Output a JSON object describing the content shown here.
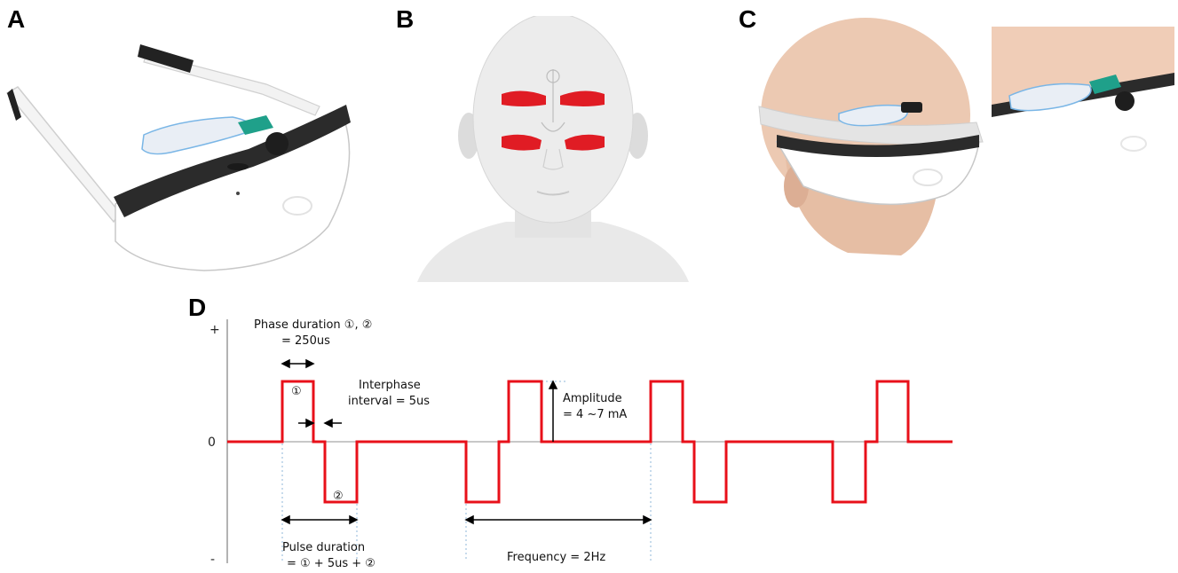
{
  "panels": {
    "a": {
      "letter": "A"
    },
    "b": {
      "letter": "B"
    },
    "c": {
      "letter": "C"
    },
    "d": {
      "letter": "D"
    }
  },
  "diagram": {
    "y_axis": {
      "plus": "+",
      "zero": "0",
      "minus": "-"
    },
    "annotations": {
      "phase_duration_line1": "Phase duration ①, ②",
      "phase_duration_line2": "= 250us",
      "interphase_line1": "Interphase",
      "interphase_line2": "interval = 5us",
      "amplitude_line1": "Amplitude",
      "amplitude_line2": "= 4 ~7 mA",
      "pulse_duration_line1": "Pulse duration",
      "pulse_duration_line2": "= ① + 5us + ②",
      "frequency": "Frequency = 2Hz",
      "phase1_marker": "①",
      "phase2_marker": "②"
    },
    "colors": {
      "waveform": "#e8101a",
      "axis": "#9a9a9a",
      "electrode": "#e01c24",
      "accent": "#1fa08a"
    }
  }
}
